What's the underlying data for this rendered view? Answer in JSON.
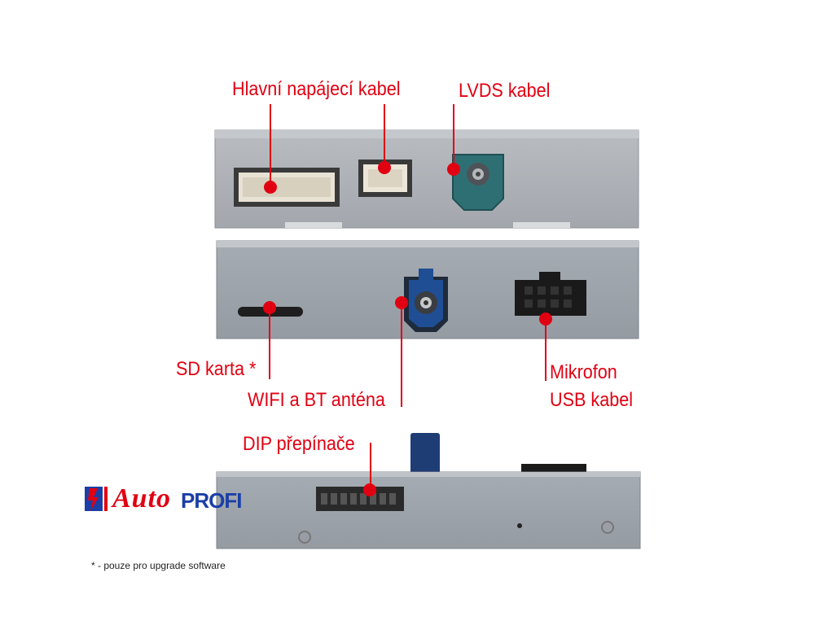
{
  "labels": {
    "main_power": "Hlavní napájecí kabel",
    "lvds": "LVDS kabel",
    "sd_card": "SD karta *",
    "wifi_bt": "WIFI a BT anténa",
    "microphone": "Mikrofon",
    "usb": "USB kabel",
    "dip": "DIP přepínače"
  },
  "footnote": "* - pouze pro upgrade software",
  "logo": {
    "auto": "Auto",
    "profi": "PROFI"
  },
  "colors": {
    "accent": "#e10012",
    "device": "#a9adb3",
    "device_dark": "#8e9299",
    "fakra_teal": "#2e6f74",
    "fakra_blue": "#1f4e94",
    "logo_blue": "#1b3fa6"
  },
  "icons": [
    "lightning-logo-icon"
  ]
}
